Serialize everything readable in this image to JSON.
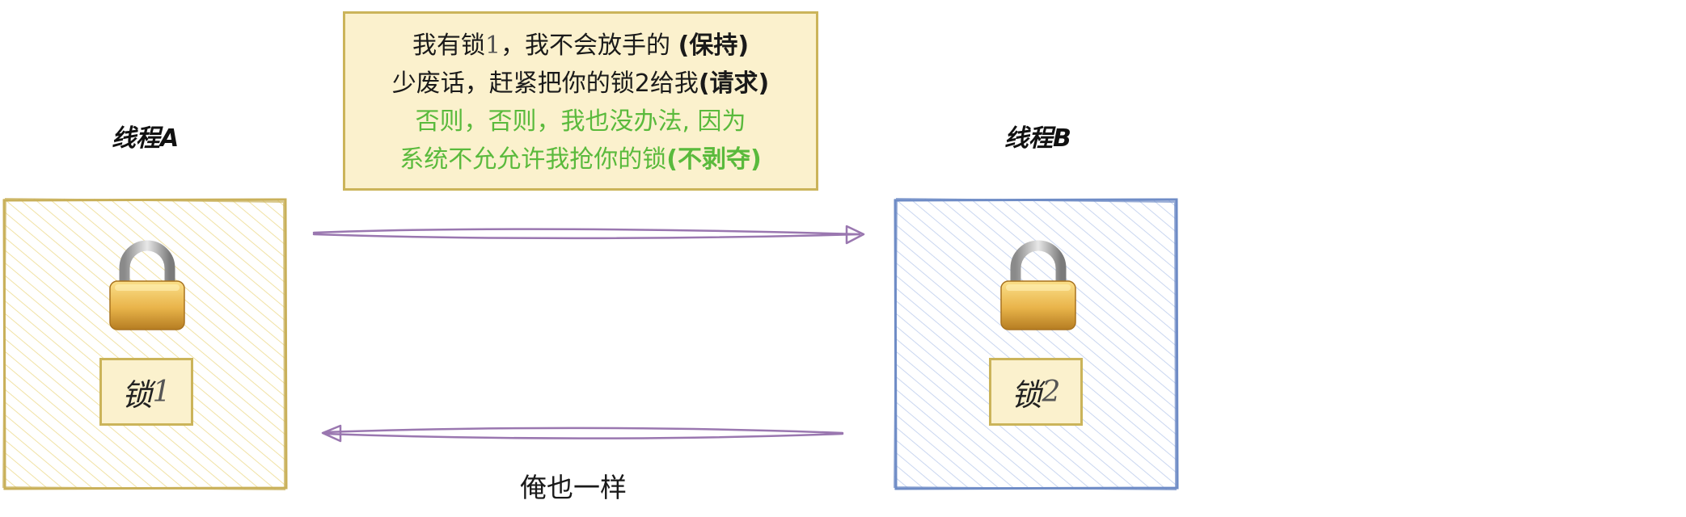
{
  "thread_a": {
    "title": "线程A",
    "lock_word": "锁",
    "lock_num": "1",
    "fill": "#f7ecb9",
    "stroke": "#c9b05a"
  },
  "thread_b": {
    "title": "线程B",
    "lock_word": "锁",
    "lock_num": "2",
    "fill": "#cfdcf3",
    "stroke": "#6f8cc6"
  },
  "note": {
    "line1_a": "我有锁",
    "line1_num": "1",
    "line1_b": "，我不会放手的 ",
    "line1_bold": "(保持)",
    "line2_a": "少废话，赶紧把你的锁2给我",
    "line2_bold": "(请求)",
    "line3": "否则，否则，我也没办法, 因为",
    "line4_a": "系统不允允许我抢你的锁",
    "line4_bold": "(不剥夺)"
  },
  "caption": "俺也一样",
  "colors": {
    "arrow": "#9a77b0",
    "note_green": "#5aba3c"
  },
  "icons": {
    "lock": "padlock-icon"
  }
}
